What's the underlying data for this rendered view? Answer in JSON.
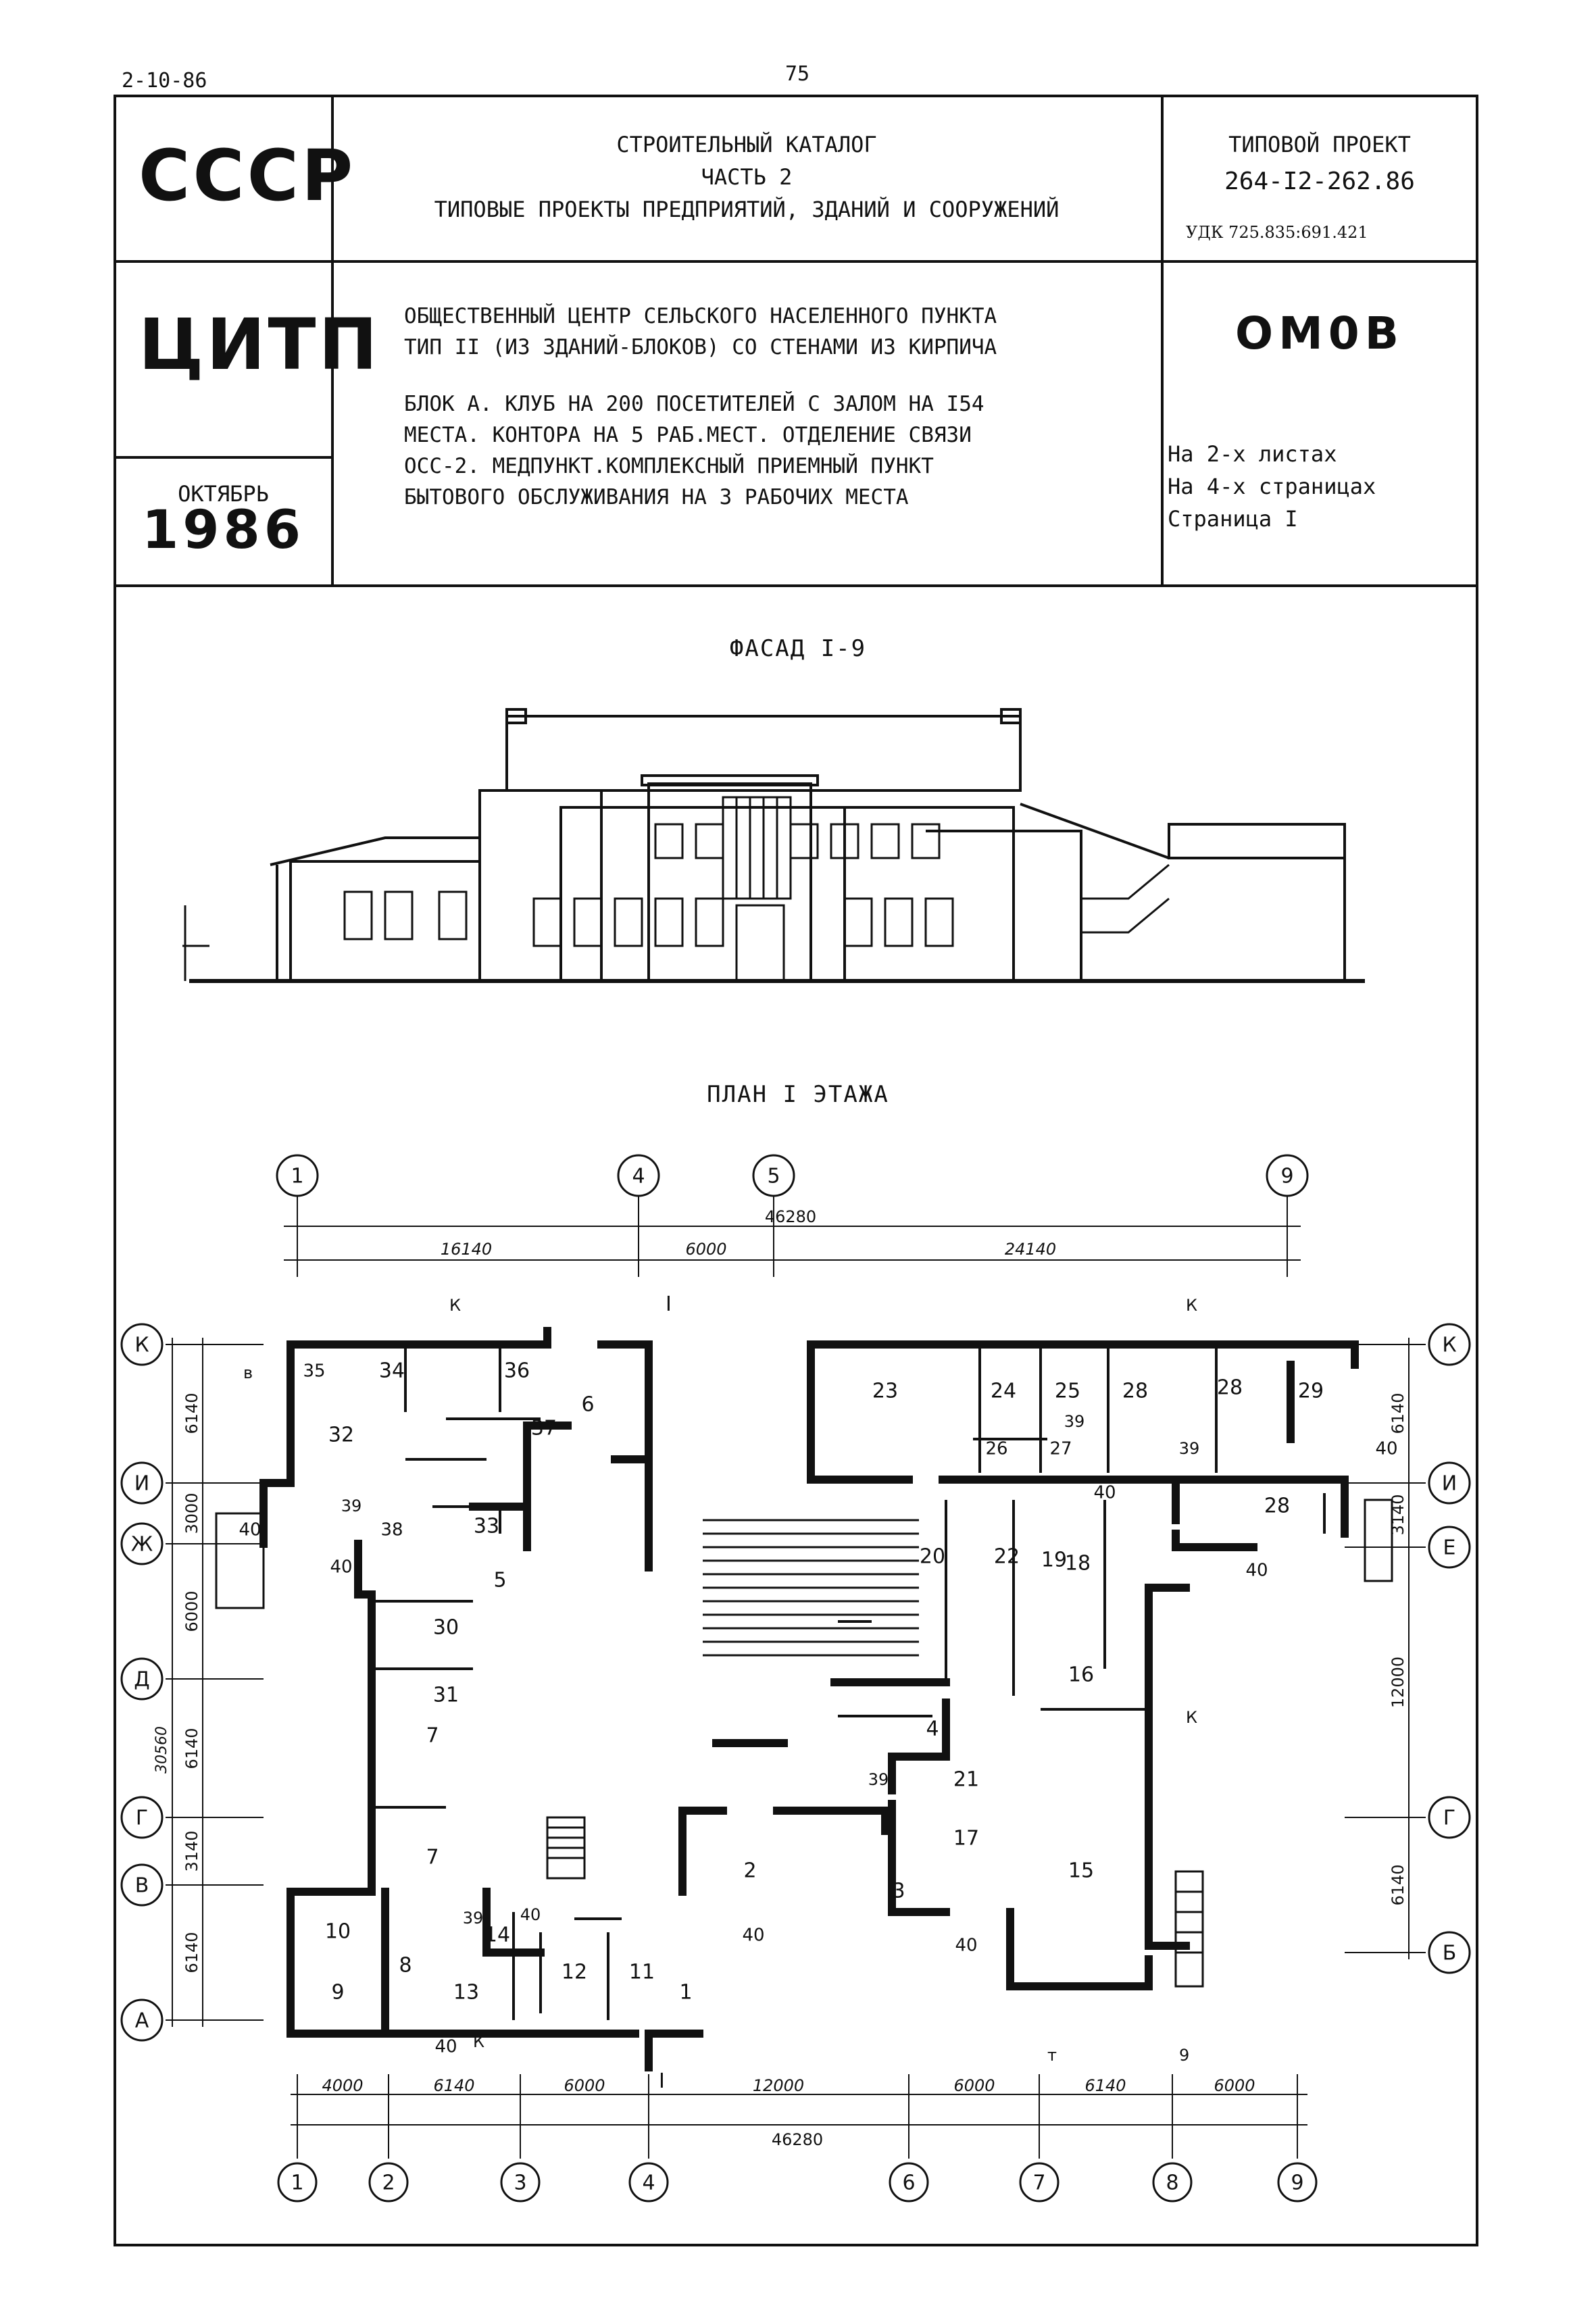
{
  "top": {
    "code": "2-10-86",
    "page_number": "75"
  },
  "header": {
    "country": "СССР",
    "catalog": {
      "line1": "СТРОИТЕЛЬНЫЙ КАТАЛОГ",
      "line2": "ЧАСТЬ 2",
      "line3": "ТИПОВЫЕ ПРОЕКТЫ ПРЕДПРИЯТИЙ, ЗДАНИЙ И СООРУЖЕНИЙ"
    },
    "project": {
      "label": "ТИПОВОЙ ПРОЕКТ",
      "number": "264-I2-262.86",
      "udk": "УДК 725.835:691.421"
    },
    "org": "ЦИТП",
    "month": "ОКТЯБРЬ",
    "year": "1986",
    "description": {
      "line1": "ОБЩЕСТВЕННЫЙ ЦЕНТР СЕЛЬСКОГО НАСЕЛЕННОГО ПУНКТА",
      "line2": "ТИП II (ИЗ ЗДАНИЙ-БЛОКОВ) СО СТЕНАМИ ИЗ КИРПИЧА",
      "line3": "БЛОК А. КЛУБ НА 200 ПОСЕТИТЕЛЕЙ С ЗАЛОМ НА I54",
      "line4": "МЕСТА. КОНТОРА НА 5 РАБ.МЕСТ. ОТДЕЛЕНИЕ СВЯЗИ",
      "line5": "ОСС-2. МЕДПУНКТ.КОМПЛЕКСНЫЙ ПРИЕМНЫЙ ПУНКТ",
      "line6": "БЫТОВОГО ОБСЛУЖИВАНИЯ НА 3 РАБОЧИХ МЕСТА"
    },
    "code": "ОМ0В",
    "sheets": {
      "line1": "На 2-х листах",
      "line2": "На 4-х страницах",
      "line3": "Страница I"
    }
  },
  "facade_title": "ФАСАД I-9",
  "plan_title": "ПЛАН I ЭТАЖА",
  "plan": {
    "top_axes": [
      "1",
      "4",
      "5",
      "9"
    ],
    "bottom_axes": [
      "1",
      "2",
      "3",
      "4",
      "6",
      "7",
      "8",
      "9"
    ],
    "left_axes": [
      "К",
      "И",
      "Ж",
      "Д",
      "Г",
      "В",
      "А"
    ],
    "right_axes": [
      "К",
      "И",
      "Е",
      "Г",
      "Б"
    ],
    "top_dims": {
      "total": "46280",
      "seg1": "16140",
      "seg2": "6000",
      "seg3": "24140"
    },
    "bottom_dims": {
      "seg1": "4000",
      "seg2": "6140",
      "seg3": "6000",
      "seg4": "12000",
      "seg5": "6000",
      "seg6": "6140",
      "seg7": "6000",
      "total": "46280"
    },
    "left_dims": {
      "d1": "6140",
      "d2": "3000",
      "d3": "6000",
      "d4": "30560",
      "d5": "6140",
      "d6": "3140",
      "d7": "6140"
    },
    "right_dims": {
      "d1": "6140",
      "d2": "3140",
      "d3": "12000",
      "d4": "6140"
    },
    "section_mark": "I",
    "marks": {
      "k": "К",
      "v": "в",
      "t": "т",
      "nine": "9"
    },
    "rooms": [
      "1",
      "2",
      "3",
      "4",
      "5",
      "6",
      "7",
      "7",
      "8",
      "9",
      "10",
      "11",
      "12",
      "13",
      "14",
      "15",
      "16",
      "17",
      "18",
      "19",
      "20",
      "21",
      "22",
      "23",
      "24",
      "25",
      "26",
      "27",
      "28",
      "28",
      "28",
      "29",
      "30",
      "31",
      "32",
      "33",
      "34",
      "35",
      "36",
      "37",
      "38",
      "39",
      "39",
      "39",
      "39",
      "39",
      "40",
      "40",
      "40",
      "40",
      "40",
      "40",
      "40",
      "40",
      "40"
    ]
  }
}
